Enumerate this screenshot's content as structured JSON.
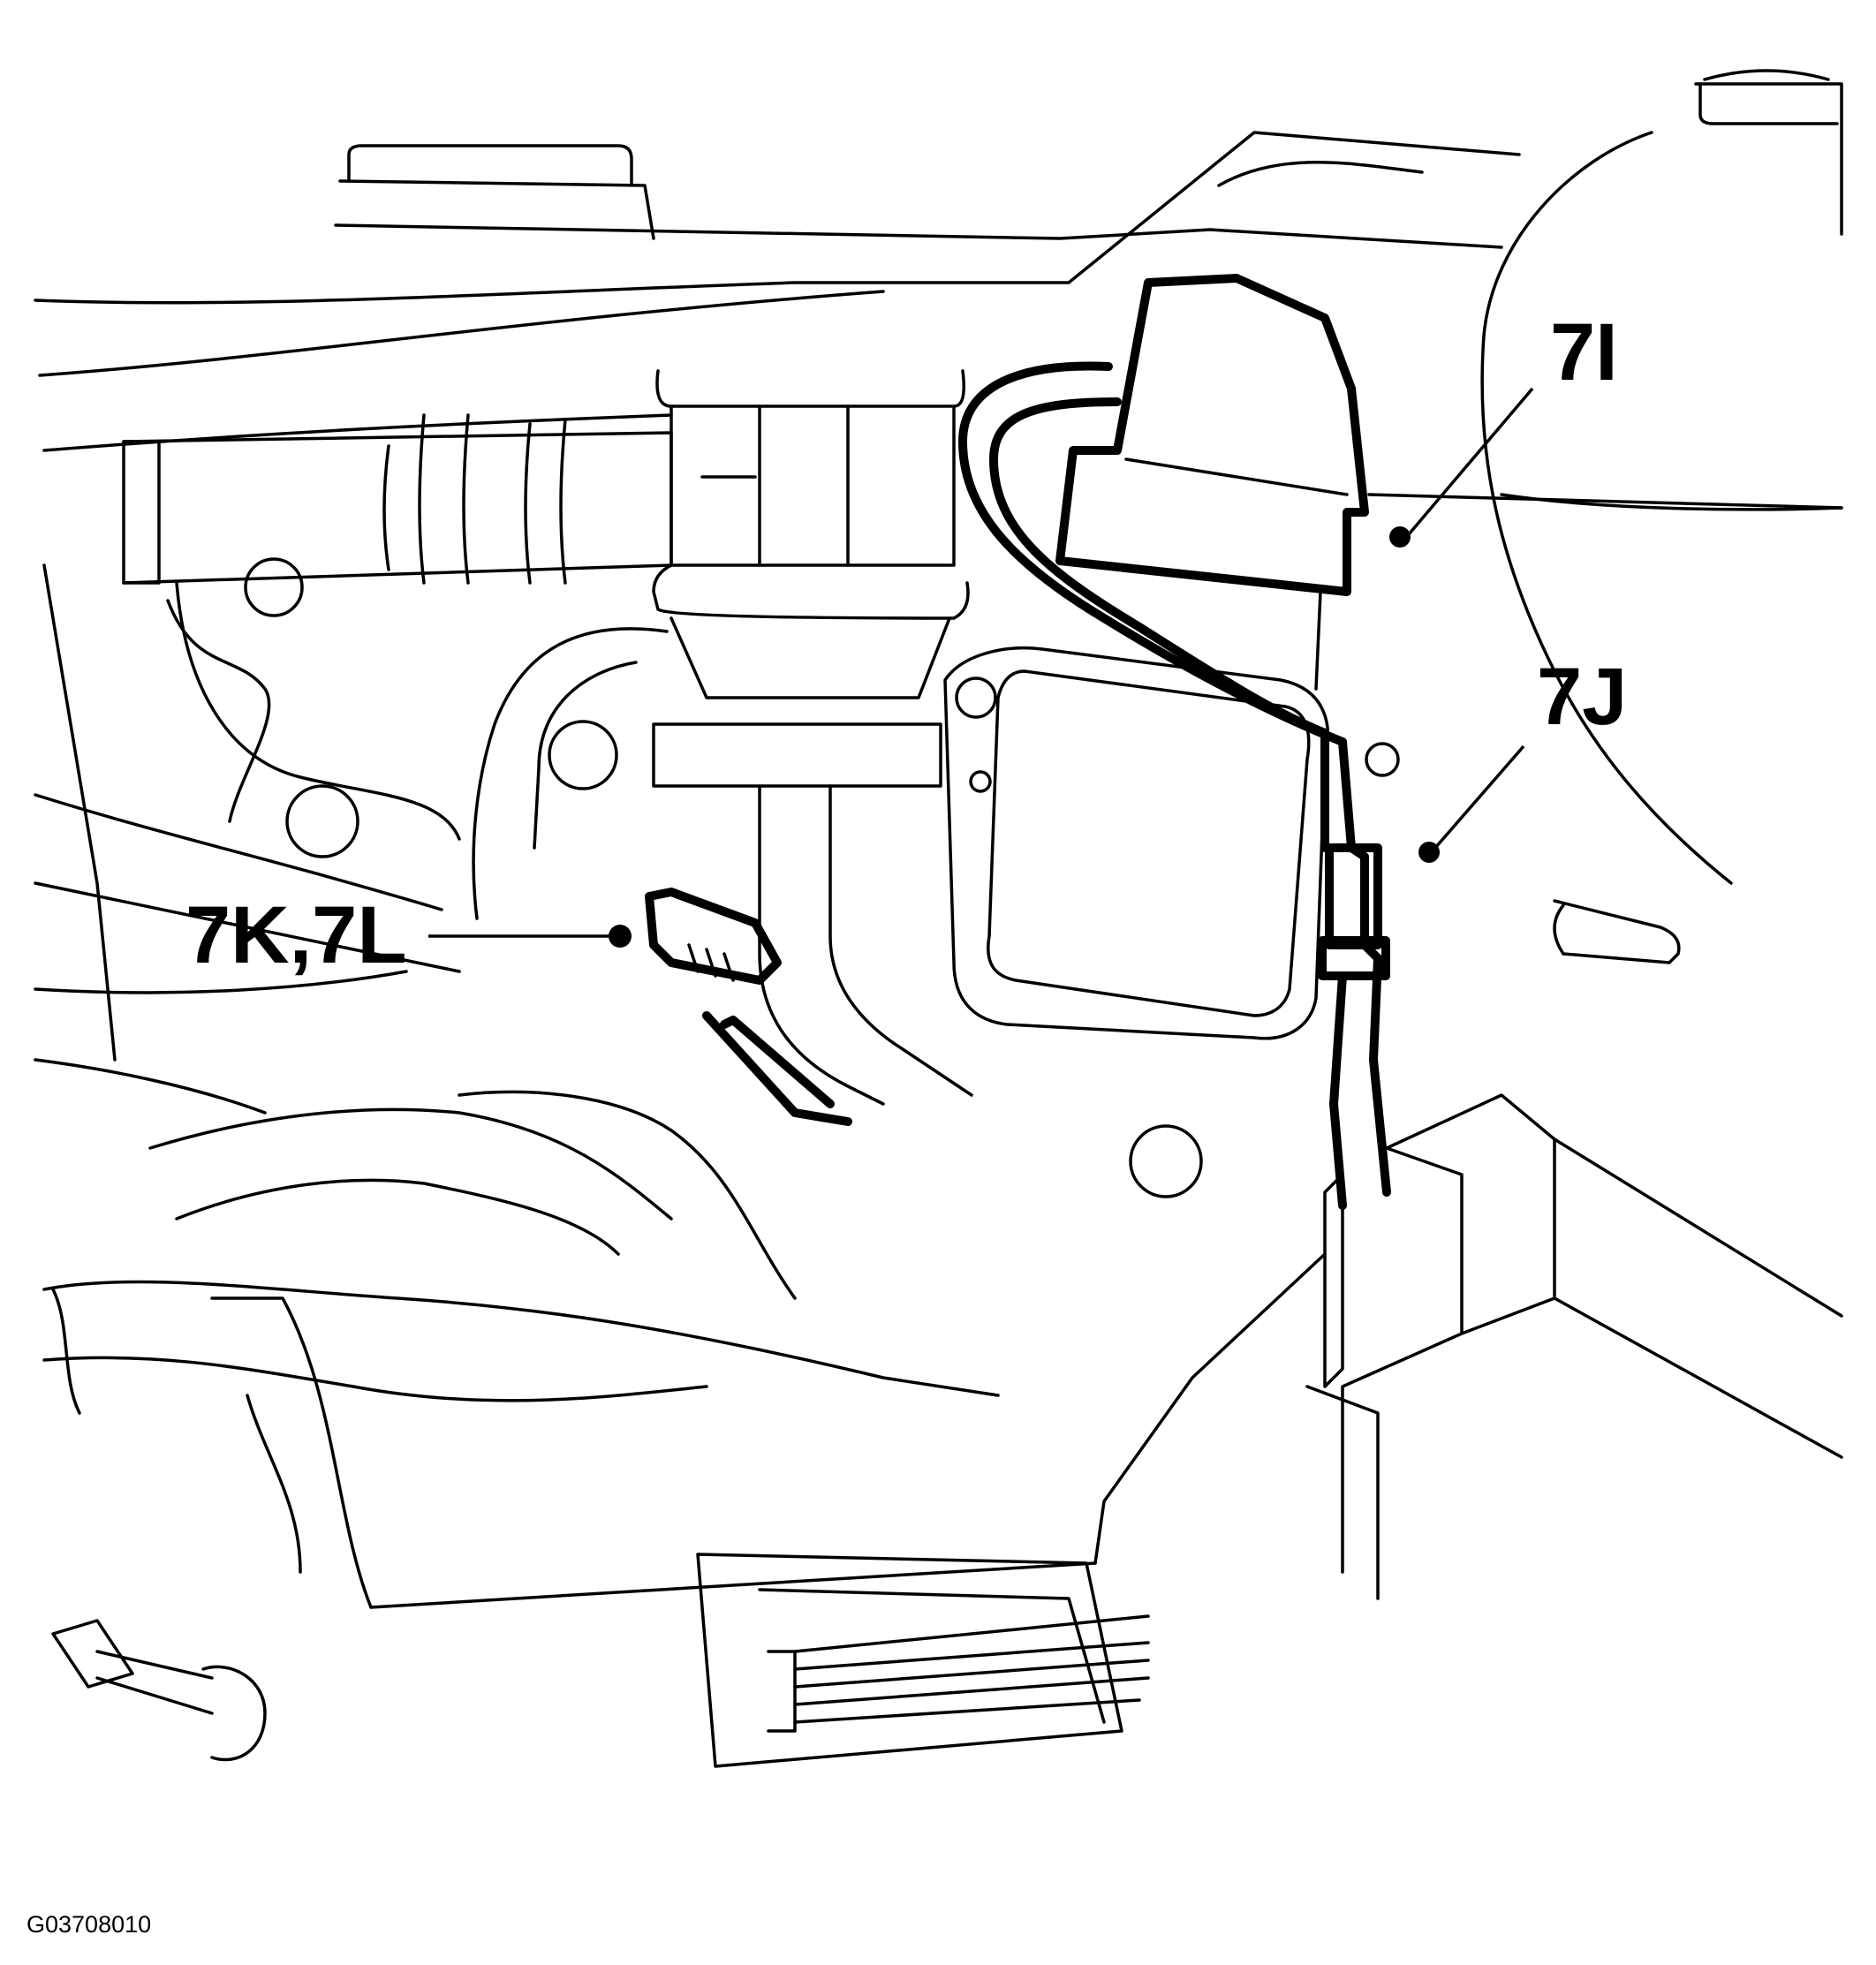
{
  "figure_id": "G03708010",
  "callouts": [
    {
      "id": "7I",
      "label": "7I"
    },
    {
      "id": "7J",
      "label": "7J"
    },
    {
      "id": "7K-7L",
      "label": "7K,7L"
    }
  ]
}
